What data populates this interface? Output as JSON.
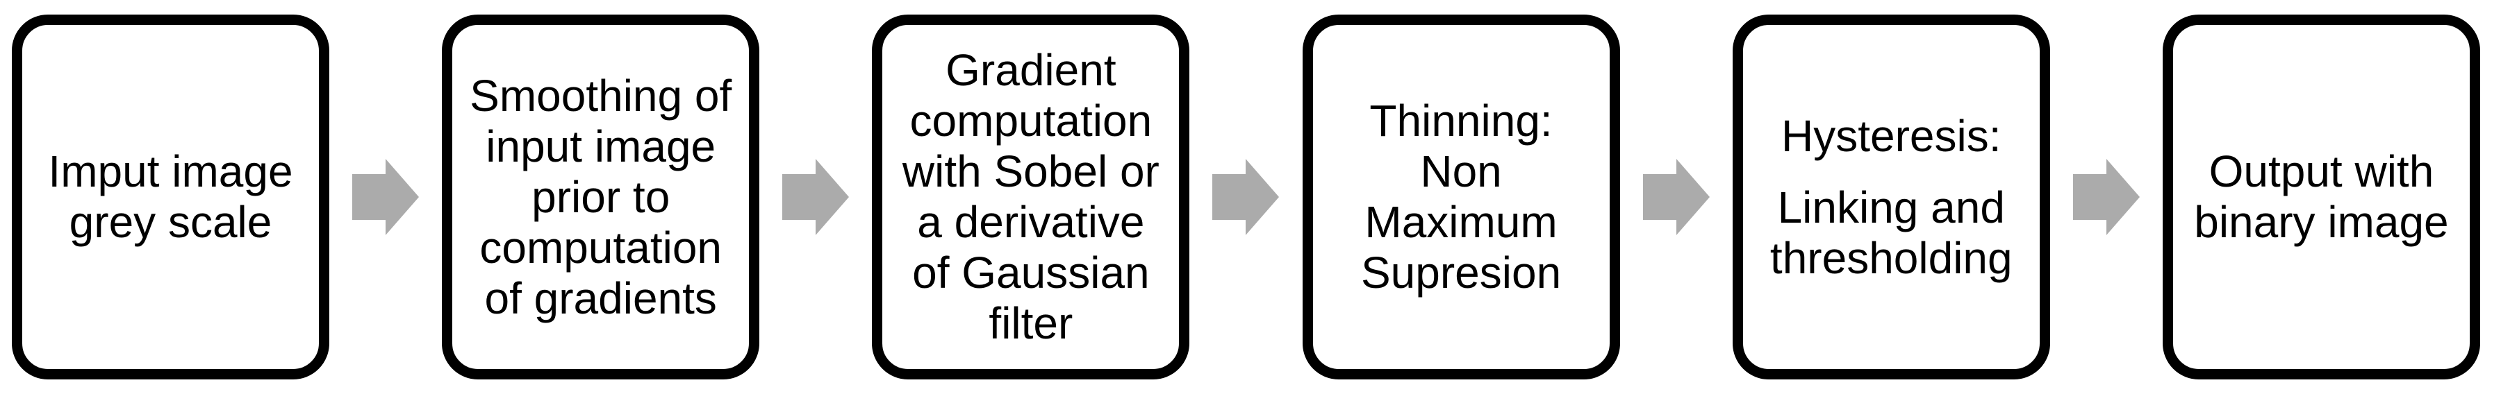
{
  "diagram": {
    "kind": "flowchart",
    "orientation": "left-to-right"
  },
  "colors": {
    "background": "#ffffff",
    "box_fill": "#ffffff",
    "box_border": "#000000",
    "text": "#000000",
    "arrow": "#ABABAB"
  },
  "steps": [
    {
      "text": "Imput image grey scale",
      "paragraphs": [
        [
          "Imput image",
          "grey scale"
        ]
      ]
    },
    {
      "text": "Smoothing of input image prior to computation of gradients",
      "paragraphs": [
        [
          "Smoothing of",
          "input image",
          "prior to",
          "computation",
          "of gradients"
        ]
      ]
    },
    {
      "text": "Gradient computation with Sobel or a derivative of Gaussian filter",
      "paragraphs": [
        [
          "Gradient",
          "computation",
          "with Sobel or",
          "a derivative",
          "of Gaussian",
          "filter"
        ]
      ]
    },
    {
      "text": "Thinning: Non Maximum Supresion",
      "paragraphs": [
        [
          "Thinning:",
          "Non",
          "Maximum",
          "Supresion"
        ]
      ]
    },
    {
      "text": "Hysteresis: Linking and thresholding",
      "paragraphs": [
        [
          "Hysteresis:"
        ],
        [
          "Linking and",
          "thresholding"
        ]
      ]
    },
    {
      "text": "Output with binary image",
      "paragraphs": [
        [
          "Output with",
          "binary image"
        ]
      ]
    }
  ],
  "connectors": {
    "count": 5,
    "shape": "block-arrow-right"
  }
}
